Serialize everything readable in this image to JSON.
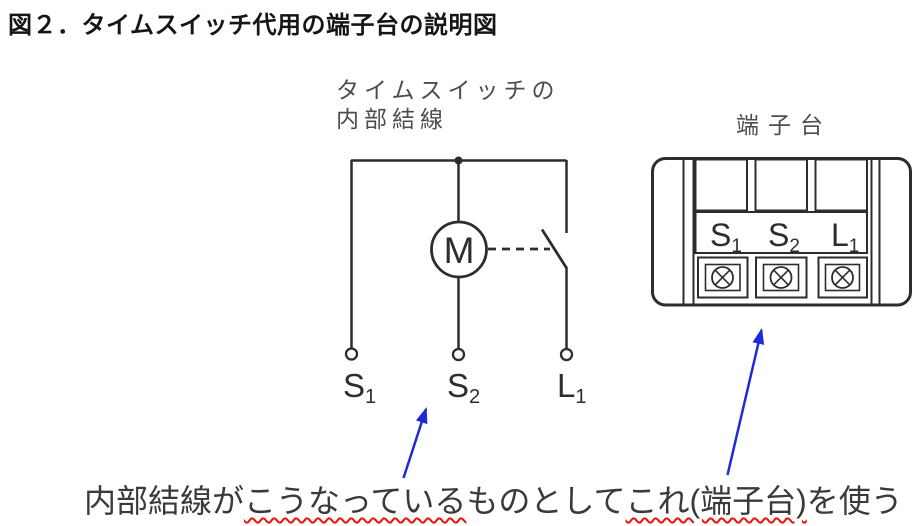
{
  "title": "図２．タイムスイッチ代用の端子台の説明図",
  "circuit": {
    "label_line1": "タイムスイッチの",
    "label_line2": "内部結線",
    "motor_label": "M",
    "terminals": [
      {
        "letter": "S",
        "sub": "1"
      },
      {
        "letter": "S",
        "sub": "2"
      },
      {
        "letter": "L",
        "sub": "1"
      }
    ]
  },
  "terminal_block": {
    "label": "端子台",
    "terminals": [
      {
        "letter": "S",
        "sub": "1"
      },
      {
        "letter": "S",
        "sub": "2"
      },
      {
        "letter": "L",
        "sub": "1"
      }
    ]
  },
  "caption": {
    "segments": [
      {
        "text": "内部結線が",
        "underline": false
      },
      {
        "text": "こうなっている",
        "underline": true
      },
      {
        "text": "ものとして",
        "underline": false
      },
      {
        "text": "これ(端子台)",
        "underline": true
      },
      {
        "text": "を使う",
        "underline": false
      }
    ]
  },
  "colors": {
    "line": "#2d2d2d",
    "caption_text": "#3a3a3a",
    "label_gray": "#4d4d4d",
    "underline_red": "#e8150d",
    "arrow_blue": "#1c2bd7"
  }
}
